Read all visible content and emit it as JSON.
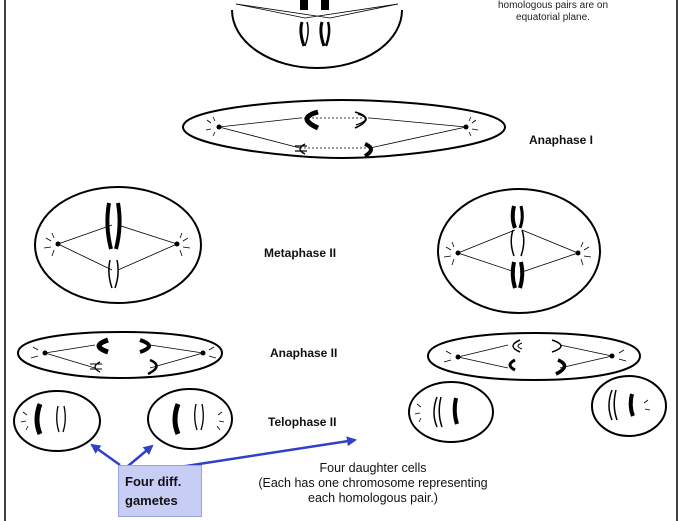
{
  "top_caption": {
    "line1": "homologous pairs are on",
    "line2": "equatorial plane."
  },
  "stages": {
    "anaphase_1": "Anaphase I",
    "metaphase_2": "Metaphase II",
    "anaphase_2": "Anaphase II",
    "telophase_2": "Telophase II"
  },
  "daughter_caption": {
    "line1": "Four daughter cells",
    "line2": "(Each has one chromosome representing",
    "line3": "each homologous pair.)"
  },
  "callout": {
    "line1": "Four diff.",
    "line2": "gametes"
  },
  "colors": {
    "callout_fill": "#c8cdf5",
    "arrow": "#3040c8",
    "line": "#000000"
  }
}
